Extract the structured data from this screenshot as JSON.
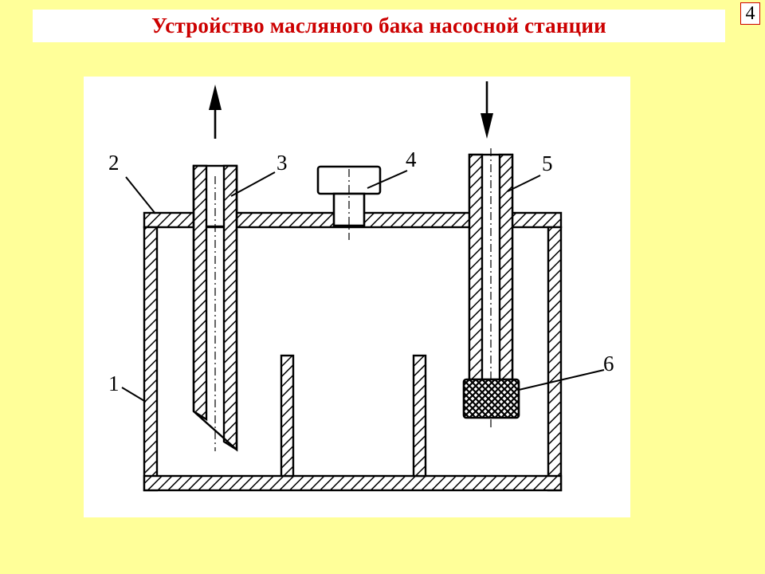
{
  "slide": {
    "title": "Устройство масляного бака насосной станции",
    "page_number": "4"
  },
  "diagram": {
    "labels": {
      "l1": "1",
      "l2": "2",
      "l3": "3",
      "l4": "4",
      "l5": "5",
      "l6": "6"
    }
  },
  "colors": {
    "background": "#ffff99",
    "title": "#cc0000",
    "panel": "#ffffff",
    "ink": "#000000"
  }
}
